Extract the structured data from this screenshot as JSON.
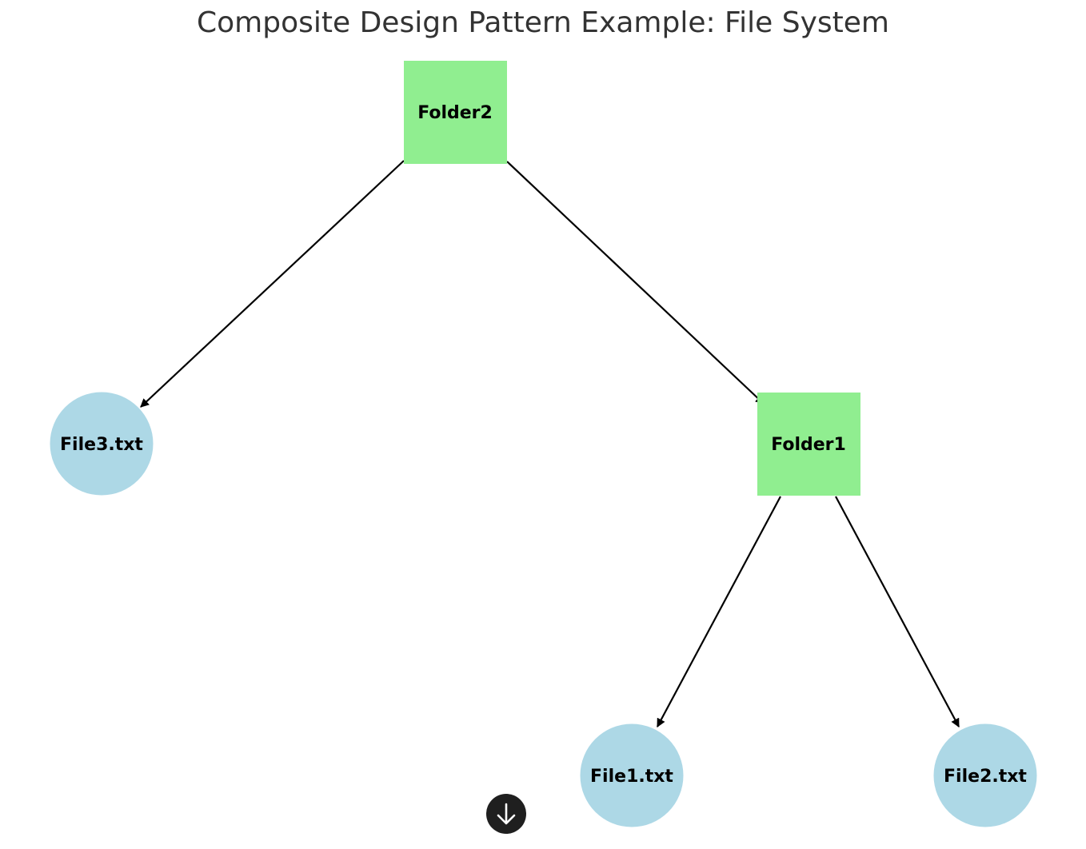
{
  "title": "Composite Design Pattern Example: File System",
  "nodes": [
    {
      "id": "folder2",
      "label": "Folder2",
      "kind": "folder"
    },
    {
      "id": "file3",
      "label": "File3.txt",
      "kind": "file"
    },
    {
      "id": "folder1",
      "label": "Folder1",
      "kind": "folder"
    },
    {
      "id": "file1",
      "label": "File1.txt",
      "kind": "file"
    },
    {
      "id": "file2",
      "label": "File2.txt",
      "kind": "file"
    }
  ],
  "edges": [
    {
      "from": "folder2",
      "to": "file3"
    },
    {
      "from": "folder2",
      "to": "folder1"
    },
    {
      "from": "folder1",
      "to": "file1"
    },
    {
      "from": "folder1",
      "to": "file2"
    }
  ],
  "colors": {
    "folder_fill": "#90ee90",
    "file_fill": "#add8e6",
    "edge": "#000000",
    "title": "#333333",
    "scroll_button_bg": "#1f1f1f",
    "scroll_button_icon": "#ffffff"
  },
  "scroll_button": {
    "icon": "arrow-down-icon"
  }
}
